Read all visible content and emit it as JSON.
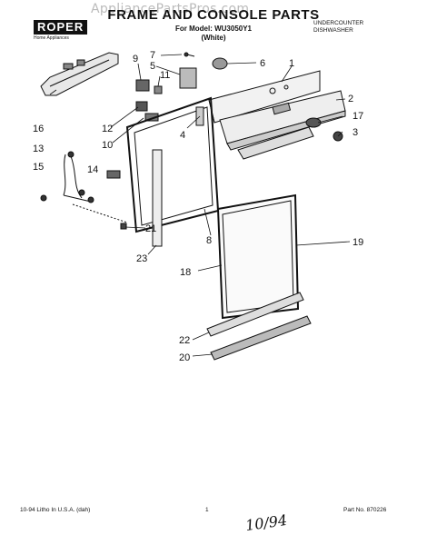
{
  "header": {
    "brand": "ROPER",
    "brand_sub": "Home Appliances",
    "title": "FRAME AND CONSOLE PARTS",
    "model_line": "For Model: WU3050Y1",
    "color_line": "(White)",
    "category_line1": "UNDERCOUNTER",
    "category_line2": "DISHWASHER",
    "watermark": "AppliancePartsPros.com"
  },
  "footer": {
    "left": "10-94 Litho In U.S.A. (dah)",
    "center": "1",
    "right": "Part No. 870226",
    "handwritten": "10/94"
  },
  "callouts": [
    "1",
    "2",
    "3",
    "4",
    "5",
    "6",
    "7",
    "8",
    "9",
    "10",
    "11",
    "12",
    "13",
    "14",
    "15",
    "16",
    "17",
    "18",
    "19",
    "20",
    "21",
    "22",
    "23"
  ],
  "colors": {
    "ink": "#111111",
    "watermark": "#bbbbbb"
  }
}
